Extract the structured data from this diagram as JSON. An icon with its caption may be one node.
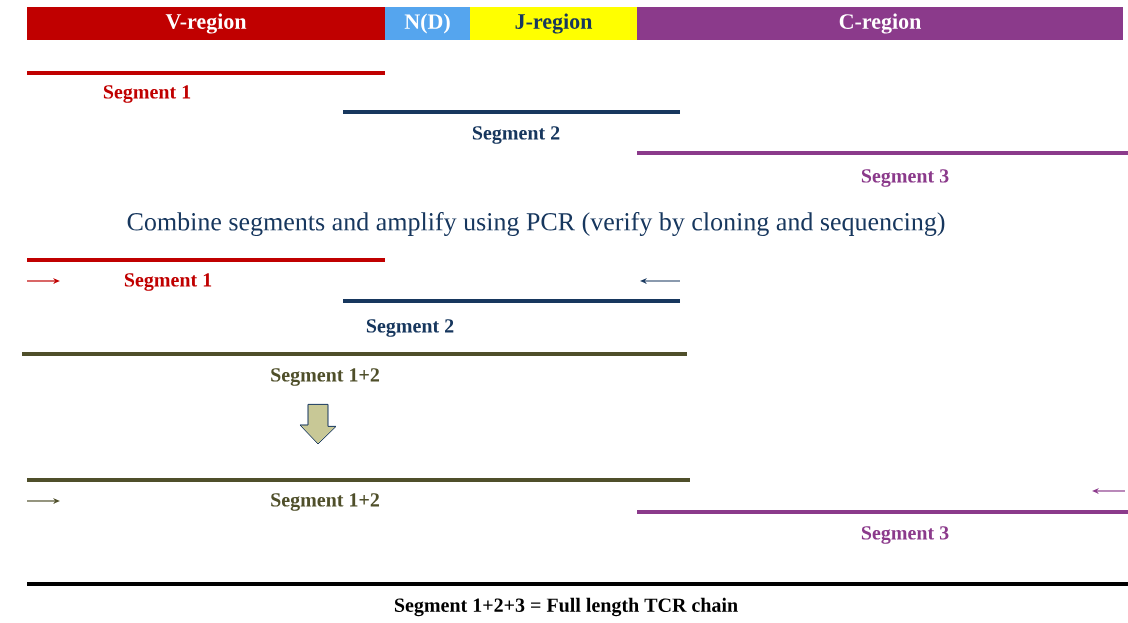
{
  "diagram": {
    "nodes": [
      {
        "text": [
          "V-region"
        ]
      },
      {
        "text": [
          "N(D)"
        ]
      },
      {
        "text": [
          "J-region"
        ]
      },
      {
        "text": [
          "C-region"
        ]
      },
      {
        "text": [
          "Segment 1"
        ]
      },
      {
        "text": [
          "Segment 2"
        ]
      },
      {
        "text": [
          "Segment 3"
        ]
      },
      {
        "text": [
          "Segment 1"
        ]
      },
      {
        "text": [
          "Segment 2"
        ]
      },
      {
        "text": [
          "Segment 1+2"
        ]
      },
      {
        "text": [
          "Segment 1+2"
        ]
      },
      {
        "text": [
          "Segment 3"
        ]
      },
      {
        "text": [
          "Segment 1+2+3 = Full length TCR chain"
        ]
      }
    ],
    "edges": [
      {
        "from": 9,
        "to": 10,
        "arrow": "to"
      }
    ],
    "labels": [
      "Combine segments and amplify using PCR (verify by cloning and sequencing)"
    ]
  }
}
